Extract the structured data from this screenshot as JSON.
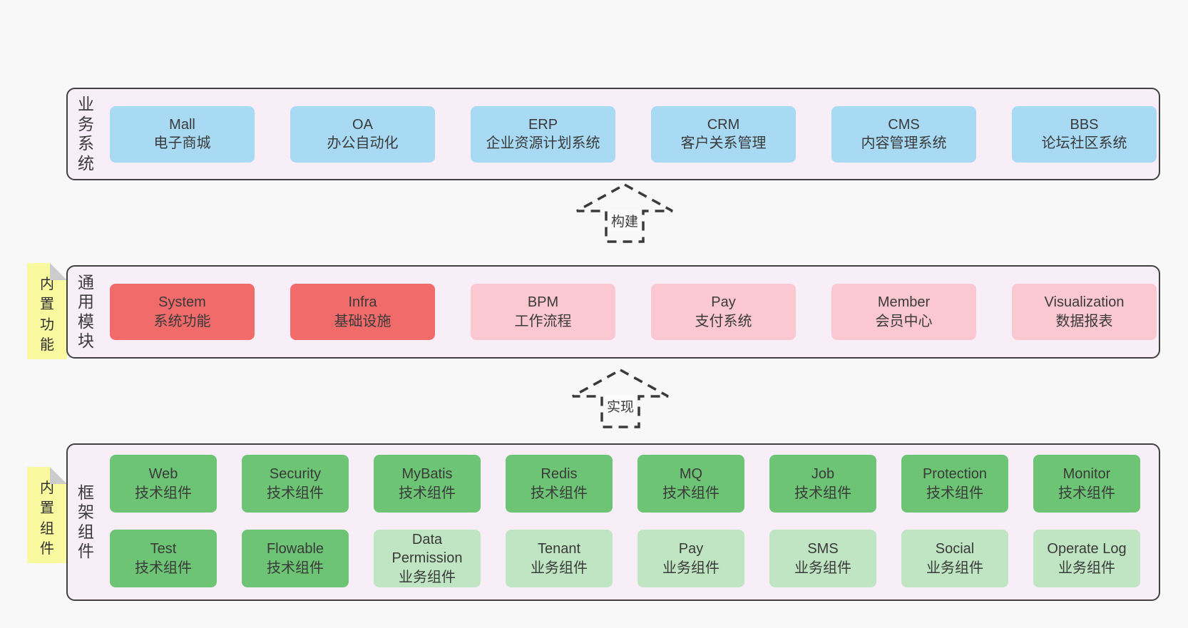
{
  "colors": {
    "page_bg": "#f8f8f8",
    "panel_bg": "#f8eef7",
    "panel_border": "#404040",
    "box_blue": "#a8daf4",
    "box_red": "#f26b6b",
    "box_pink": "#fbc8d2",
    "box_green": "#6cc474",
    "box_light_green": "#bfe5c2",
    "note_yellow": "#f9f9a0",
    "note_fold": "#cccccc",
    "text": "#3a3a3a"
  },
  "arrows": [
    {
      "label": "构建"
    },
    {
      "label": "实现"
    }
  ],
  "sections": {
    "business": {
      "label": "业务系统",
      "boxes": [
        {
          "name": "Mall",
          "desc": "电子商城"
        },
        {
          "name": "OA",
          "desc": "办公自动化"
        },
        {
          "name": "ERP",
          "desc": "企业资源计划系统"
        },
        {
          "name": "CRM",
          "desc": "客户关系管理"
        },
        {
          "name": "CMS",
          "desc": "内容管理系统"
        },
        {
          "name": "BBS",
          "desc": "论坛社区系统"
        }
      ]
    },
    "modules": {
      "label": "通用模块",
      "note": "内置功能",
      "boxes": [
        {
          "name": "System",
          "desc": "系统功能"
        },
        {
          "name": "Infra",
          "desc": "基础设施"
        },
        {
          "name": "BPM",
          "desc": "工作流程"
        },
        {
          "name": "Pay",
          "desc": "支付系统"
        },
        {
          "name": "Member",
          "desc": "会员中心"
        },
        {
          "name": "Visualization",
          "desc": "数据报表"
        }
      ]
    },
    "framework": {
      "label": "框架组件",
      "note": "内置组件",
      "rows": [
        [
          {
            "name": "Web",
            "desc": "技术组件"
          },
          {
            "name": "Security",
            "desc": "技术组件"
          },
          {
            "name": "MyBatis",
            "desc": "技术组件"
          },
          {
            "name": "Redis",
            "desc": "技术组件"
          },
          {
            "name": "MQ",
            "desc": "技术组件"
          },
          {
            "name": "Job",
            "desc": "技术组件"
          },
          {
            "name": "Protection",
            "desc": "技术组件"
          },
          {
            "name": "Monitor",
            "desc": "技术组件"
          }
        ],
        [
          {
            "name": "Test",
            "desc": "技术组件"
          },
          {
            "name": "Flowable",
            "desc": "技术组件"
          },
          {
            "name": "Data Permission",
            "desc": "业务组件"
          },
          {
            "name": "Tenant",
            "desc": "业务组件"
          },
          {
            "name": "Pay",
            "desc": "业务组件"
          },
          {
            "name": "SMS",
            "desc": "业务组件"
          },
          {
            "name": "Social",
            "desc": "业务组件"
          },
          {
            "name": "Operate Log",
            "desc": "业务组件"
          }
        ]
      ]
    }
  }
}
